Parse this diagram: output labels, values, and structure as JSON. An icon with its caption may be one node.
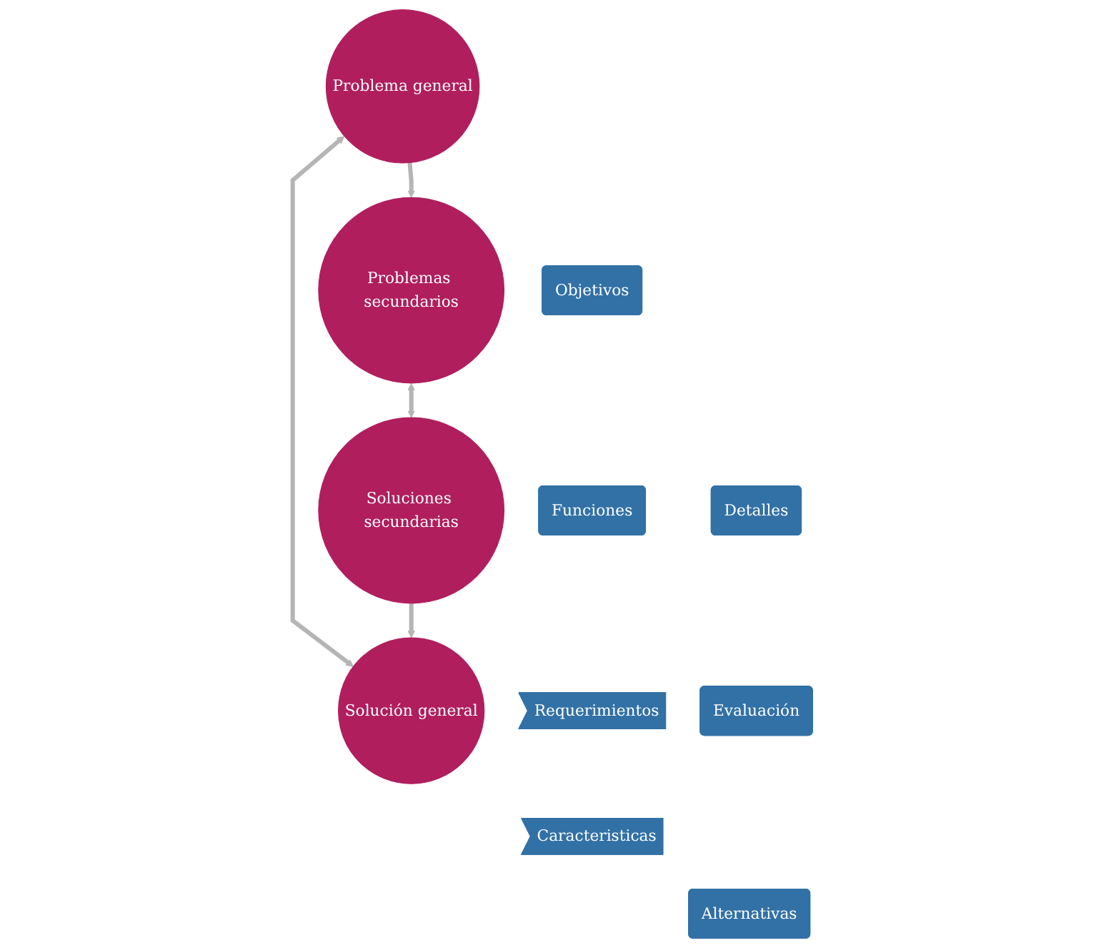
{
  "diagram": {
    "nodes": [
      {
        "text": [
          "Problema general"
        ]
      },
      {
        "text": [
          "Solución general"
        ]
      },
      {
        "text": [
          "Objetivos"
        ]
      },
      {
        "text": [
          "Funciones"
        ]
      },
      {
        "text": [
          "Requerimientos"
        ]
      },
      {
        "text": [
          "Caracteristicas"
        ]
      },
      {
        "text": [
          "Alternativas"
        ]
      },
      {
        "text": [
          "Evaluación"
        ]
      },
      {
        "text": [
          "Detalles"
        ]
      },
      {
        "text": [
          "Problemas secundarios"
        ]
      },
      {
        "text": [
          "Soluciones secundarias"
        ]
      }
    ],
    "edges": [
      {
        "from": 0,
        "to": 1,
        "arrow": "both"
      },
      {
        "from": 0,
        "to": 9,
        "arrow": "to"
      },
      {
        "from": 9,
        "to": 10,
        "arrow": "both"
      },
      {
        "from": 10,
        "to": 1,
        "arrow": "to"
      }
    ]
  }
}
